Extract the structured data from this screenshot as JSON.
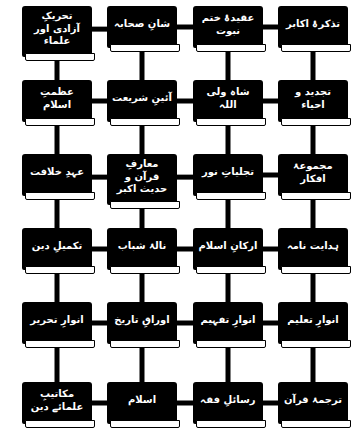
{
  "diagram": {
    "nodes": [
      {
        "text": [
          "تذکرۂ اکابر"
        ]
      },
      {
        "text": [
          "عقیدۂ ختم نبوت"
        ]
      },
      {
        "text": [
          "شانِ صحابہ"
        ]
      },
      {
        "text": [
          "تحریکِ آزادی اور علماء"
        ]
      },
      {
        "text": [
          "تجدید و احیاء"
        ]
      },
      {
        "text": [
          "شاہ ولی اللہ"
        ]
      },
      {
        "text": [
          "آئینِ شریعت"
        ]
      },
      {
        "text": [
          "عظمتِ اسلام"
        ]
      },
      {
        "text": [
          "مجموعۂ افکار"
        ]
      },
      {
        "text": [
          "تجلیاتِ نور"
        ]
      },
      {
        "text": [
          "معارفِ قرآن و حدیث اکبر"
        ]
      },
      {
        "text": [
          "عہدِ خلافت"
        ]
      },
      {
        "text": [
          "ہدایت نامہ"
        ]
      },
      {
        "text": [
          "ارکانِ اسلام"
        ]
      },
      {
        "text": [
          "نالۂ شباب"
        ]
      },
      {
        "text": [
          "تکمیلِ دین"
        ]
      },
      {
        "text": [
          "انوارِ تعلیم"
        ]
      },
      {
        "text": [
          "انوارِ تفہیم"
        ]
      },
      {
        "text": [
          "اوراقِ تاریخ"
        ]
      },
      {
        "text": [
          "انوارِ تحریر"
        ]
      },
      {
        "text": [
          "ترجمۂ قرآن"
        ]
      },
      {
        "text": [
          "رسائلِ فقہ"
        ]
      },
      {
        "text": [
          "اسلام"
        ]
      },
      {
        "text": [
          "مکاتیبِ علمائے دین"
        ]
      }
    ],
    "edges": [
      {
        "from": 0,
        "to": 1,
        "arrow": "none"
      },
      {
        "from": 1,
        "to": 2,
        "arrow": "none"
      },
      {
        "from": 2,
        "to": 3,
        "arrow": "none"
      },
      {
        "from": 4,
        "to": 5,
        "arrow": "none"
      },
      {
        "from": 5,
        "to": 6,
        "arrow": "none"
      },
      {
        "from": 6,
        "to": 7,
        "arrow": "none"
      },
      {
        "from": 8,
        "to": 9,
        "arrow": "none"
      },
      {
        "from": 9,
        "to": 10,
        "arrow": "none"
      },
      {
        "from": 10,
        "to": 11,
        "arrow": "none"
      },
      {
        "from": 12,
        "to": 13,
        "arrow": "none"
      },
      {
        "from": 13,
        "to": 14,
        "arrow": "none"
      },
      {
        "from": 14,
        "to": 15,
        "arrow": "none"
      },
      {
        "from": 16,
        "to": 17,
        "arrow": "none"
      },
      {
        "from": 17,
        "to": 18,
        "arrow": "none"
      },
      {
        "from": 18,
        "to": 19,
        "arrow": "none"
      },
      {
        "from": 20,
        "to": 21,
        "arrow": "none"
      },
      {
        "from": 21,
        "to": 22,
        "arrow": "none"
      },
      {
        "from": 22,
        "to": 23,
        "arrow": "none"
      },
      {
        "from": 0,
        "to": 4,
        "arrow": "none"
      },
      {
        "from": 1,
        "to": 5,
        "arrow": "none"
      },
      {
        "from": 2,
        "to": 6,
        "arrow": "none"
      },
      {
        "from": 3,
        "to": 7,
        "arrow": "none"
      },
      {
        "from": 4,
        "to": 8,
        "arrow": "none"
      },
      {
        "from": 5,
        "to": 9,
        "arrow": "none"
      },
      {
        "from": 6,
        "to": 10,
        "arrow": "none"
      },
      {
        "from": 7,
        "to": 11,
        "arrow": "none"
      },
      {
        "from": 8,
        "to": 12,
        "arrow": "none"
      },
      {
        "from": 9,
        "to": 13,
        "arrow": "none"
      },
      {
        "from": 10,
        "to": 14,
        "arrow": "none"
      },
      {
        "from": 11,
        "to": 15,
        "arrow": "none"
      },
      {
        "from": 12,
        "to": 16,
        "arrow": "none"
      },
      {
        "from": 13,
        "to": 17,
        "arrow": "none"
      },
      {
        "from": 14,
        "to": 18,
        "arrow": "none"
      },
      {
        "from": 15,
        "to": 19,
        "arrow": "none"
      },
      {
        "from": 16,
        "to": 20,
        "arrow": "none"
      },
      {
        "from": 17,
        "to": 21,
        "arrow": "none"
      },
      {
        "from": 18,
        "to": 22,
        "arrow": "none"
      },
      {
        "from": 19,
        "to": 23,
        "arrow": "none"
      }
    ]
  }
}
